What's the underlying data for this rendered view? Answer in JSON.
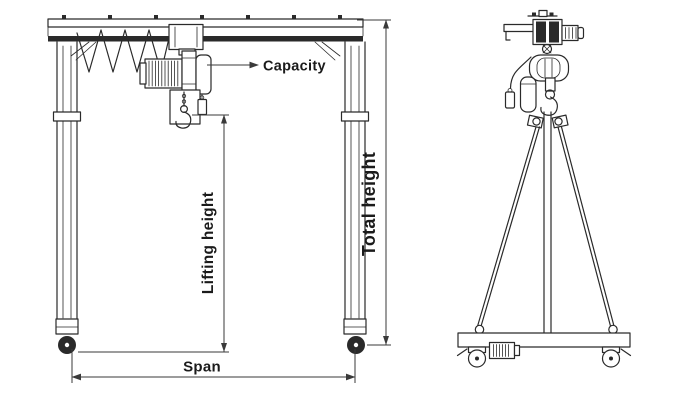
{
  "diagram": {
    "labels": {
      "capacity": "Capacity",
      "lifting_height": "Lifting height",
      "total_height": "Total height",
      "span": "Span"
    },
    "colors": {
      "line": "#2a2a2a",
      "dimension": "#3a3a3a",
      "text": "#1b1b1b",
      "background": "#ffffff"
    }
  }
}
